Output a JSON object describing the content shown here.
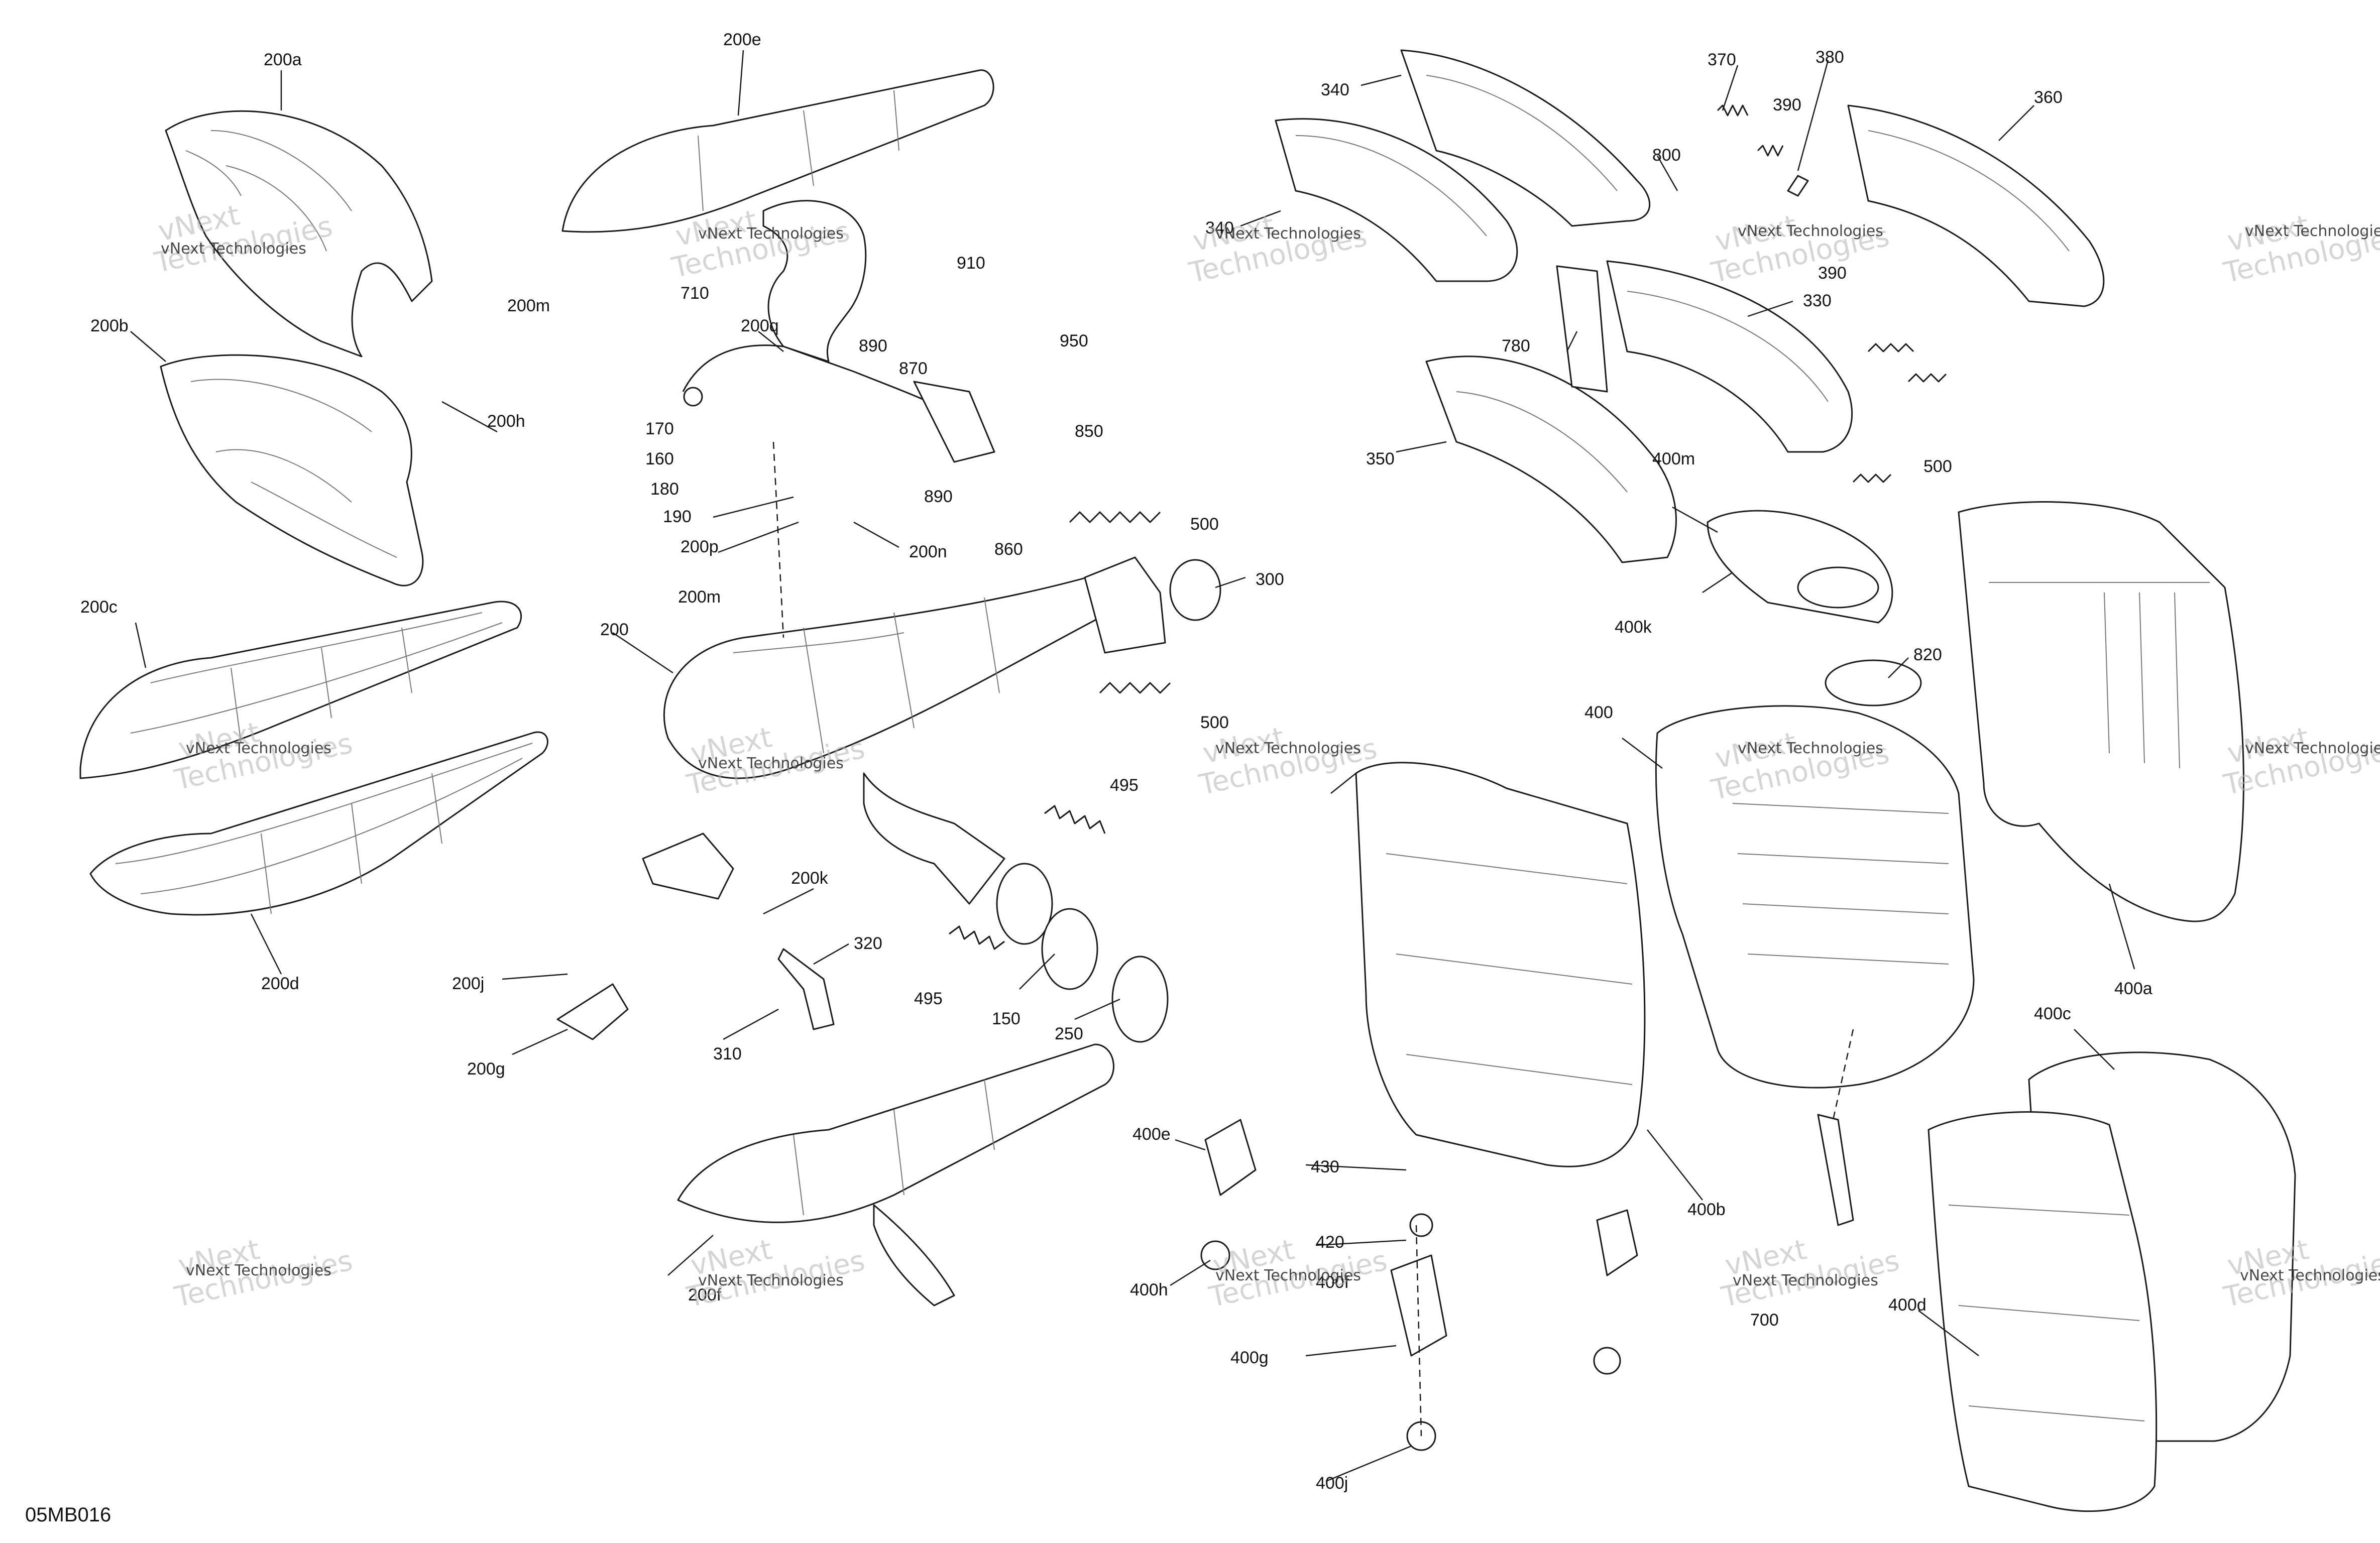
{
  "diagram": {
    "code": "05MB016",
    "watermark": {
      "line1": "vNext",
      "line2": "Technologies",
      "caption": "vNext Technologies"
    },
    "callouts": {
      "c200a": "200a",
      "c200b": "200b",
      "c200c": "200c",
      "c200d": "200d",
      "c200e": "200e",
      "c200f": "200f",
      "c200g": "200g",
      "c200h": "200h",
      "c200j": "200j",
      "c200k": "200k",
      "c200m_a": "200m",
      "c200m_b": "200m",
      "c200n": "200n",
      "c200p": "200p",
      "c200q": "200q",
      "c200": "200",
      "c150": "150",
      "c160": "160",
      "c170": "170",
      "c180": "180",
      "c190": "190",
      "c250": "250",
      "c300": "300",
      "c310": "310",
      "c320": "320",
      "c330": "330",
      "c340_a": "340",
      "c340_b": "340",
      "c350": "350",
      "c360": "360",
      "c370": "370",
      "c380": "380",
      "c390_a": "390",
      "c390_b": "390",
      "c400": "400",
      "c400a": "400a",
      "c400b": "400b",
      "c400c": "400c",
      "c400d": "400d",
      "c400e": "400e",
      "c400f": "400f",
      "c400g": "400g",
      "c400h": "400h",
      "c400j": "400j",
      "c400k": "400k",
      "c400m": "400m",
      "c420": "420",
      "c430": "430",
      "c495_a": "495",
      "c495_b": "495",
      "c500_a": "500",
      "c500_b": "500",
      "c500_c": "500",
      "c700": "700",
      "c710": "710",
      "c780": "780",
      "c800": "800",
      "c820": "820",
      "c850": "850",
      "c860": "860",
      "c870": "870",
      "c890_a": "890",
      "c890_b": "890",
      "c910": "910",
      "c950": "950"
    }
  }
}
